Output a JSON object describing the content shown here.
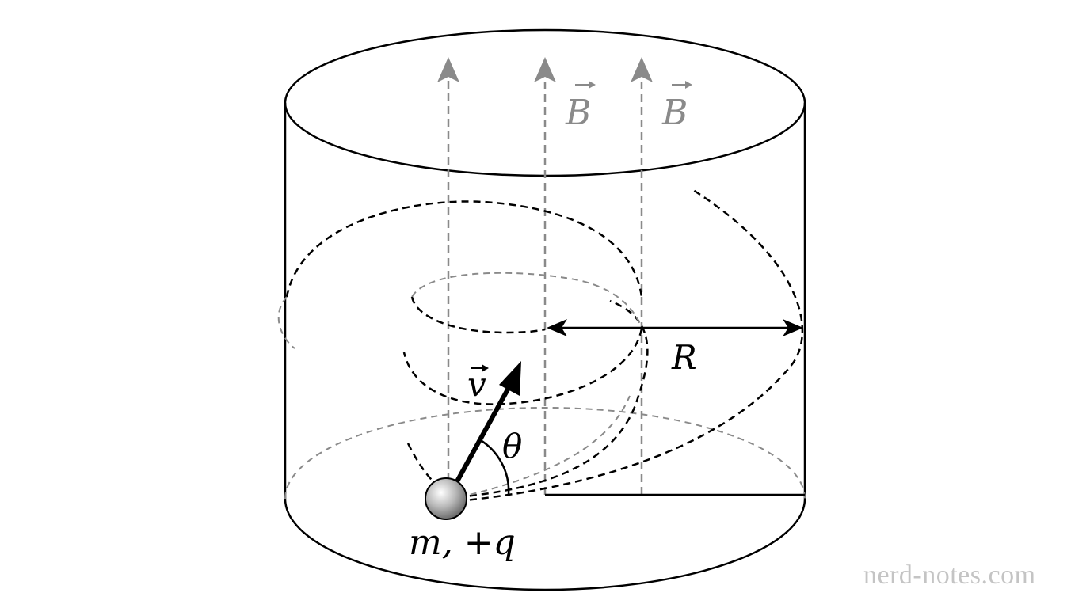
{
  "labels": {
    "field_left": "B",
    "field_right": "B",
    "velocity": "v",
    "angle": "θ",
    "radius": "R",
    "particle": "m, +q"
  },
  "watermark": "nerd-notes.com",
  "colors": {
    "outline": "#000000",
    "field_lines": "#8a8a8a",
    "hidden_edge": "#8a8a8a",
    "watermark": "#c4c4c4"
  }
}
